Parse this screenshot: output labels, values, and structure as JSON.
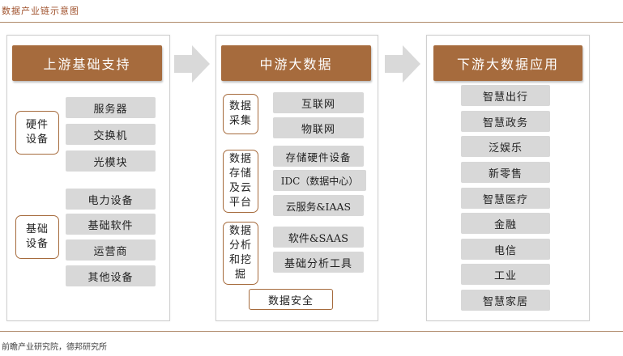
{
  "title": "数据产业链示意图",
  "source": "前瞻产业研究院，德邦研究所",
  "colors": {
    "accent": "#a66b3d",
    "item_bg": "#d8d8d8",
    "arrow": "#d9d9d9"
  },
  "upstream": {
    "header": "上游基础支持",
    "hardware": {
      "label": "硬件\n设备",
      "items": [
        "服务器",
        "交换机",
        "光模块"
      ]
    },
    "basic": {
      "label": "基础\n设备",
      "items": [
        "电力设备",
        "基础软件",
        "运营商",
        "其他设备"
      ]
    }
  },
  "midstream": {
    "header": "中游大数据",
    "collection": {
      "label": "数据\n采集",
      "items": [
        "互联网",
        "物联网"
      ]
    },
    "storage": {
      "label": "数据\n存储\n及云\n平台",
      "items": [
        "存储硬件设备",
        "IDC（数据中心）",
        "云服务&IAAS"
      ]
    },
    "analysis": {
      "label": "数据\n分析\n和挖\n掘",
      "items": [
        "软件&SAAS",
        "基础分析工具"
      ]
    },
    "security": "数据安全"
  },
  "downstream": {
    "header": "下游大数据应用",
    "items": [
      "智慧出行",
      "智慧政务",
      "泛娱乐",
      "新零售",
      "智慧医疗",
      "金融",
      "电信",
      "工业",
      "智慧家居"
    ]
  }
}
